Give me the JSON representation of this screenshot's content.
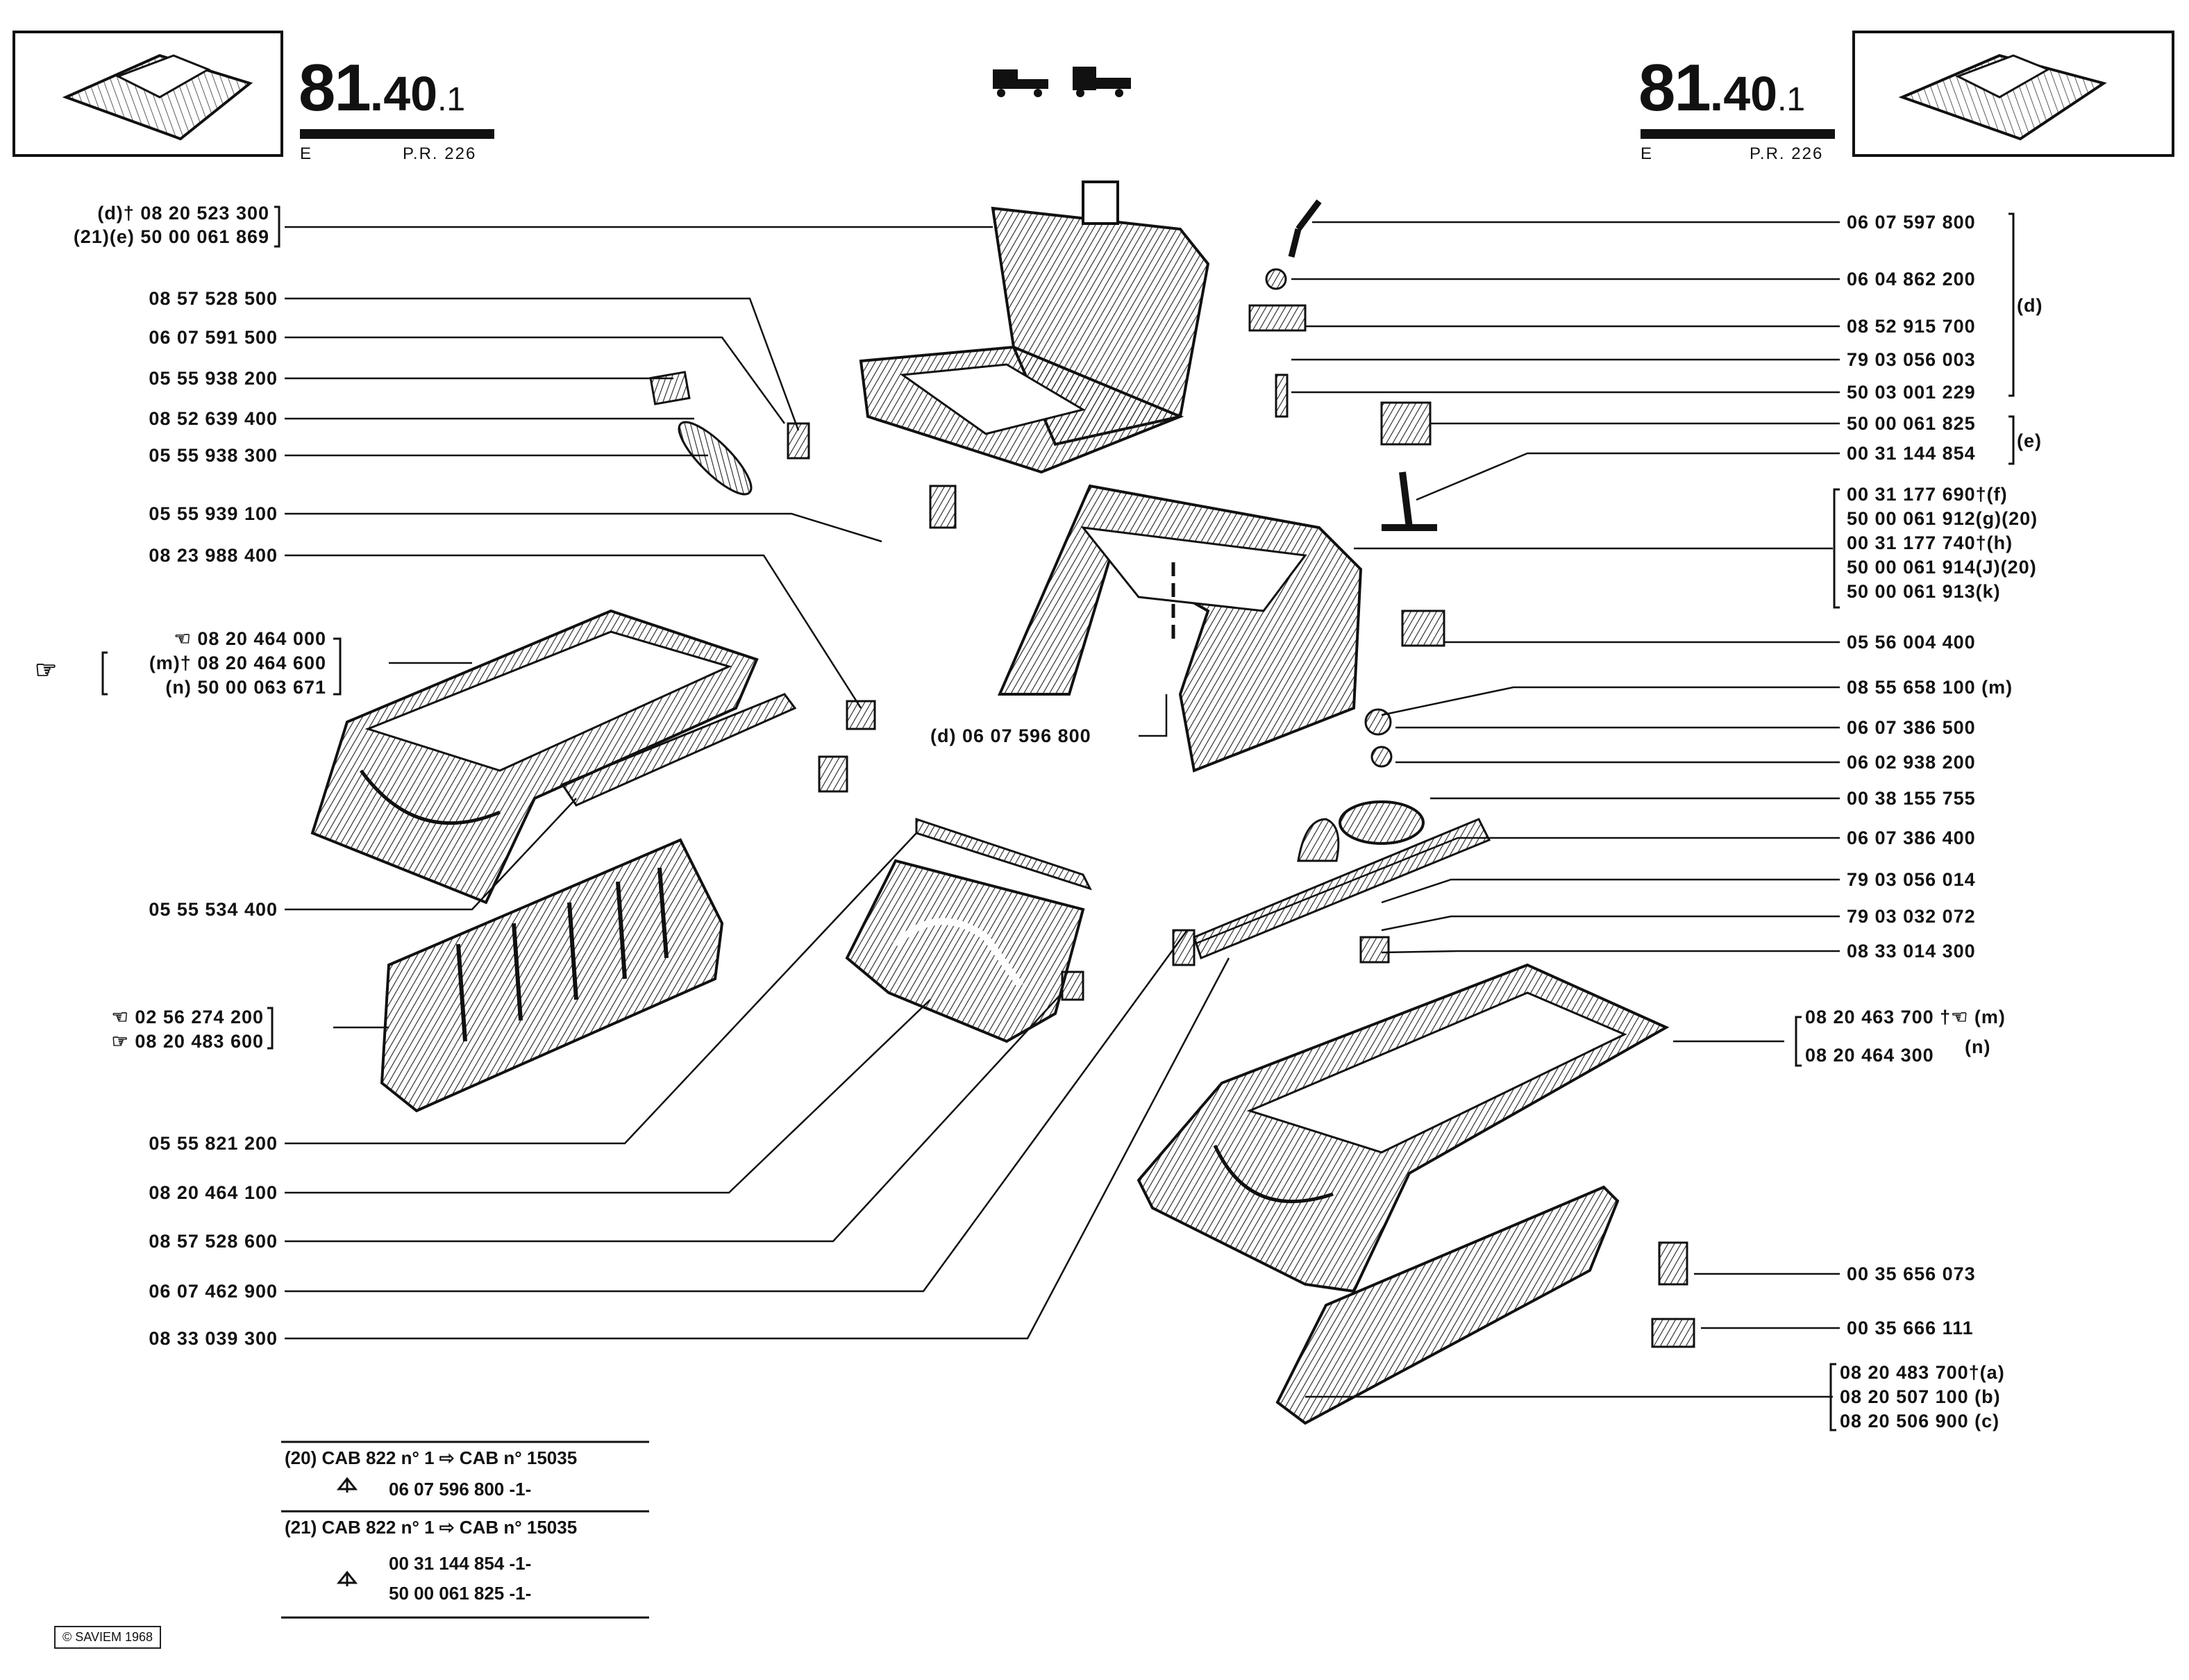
{
  "header": {
    "plate_left": {
      "p1": "81",
      "p2": ".40",
      "p3": ".1"
    },
    "plate_right": {
      "p1": "81",
      "p2": ".40",
      "p3": ".1"
    },
    "e_left": "E",
    "pr_left": "P.R. 226",
    "e_right": "E",
    "pr_right": "P.R. 226"
  },
  "left_labels": [
    "(d)† 08 20 523 300",
    "(21)(e) 50 00 061 869",
    "08 57 528 500",
    "06 07 591 500",
    "05 55 938 200",
    "08 52 639 400",
    "05 55 938 300",
    "05 55 939 100",
    "08 23 988 400",
    "☜ 08 20 464 000",
    "(m)† 08 20 464 600",
    "(n)      50 00 063 671",
    "05 55 534 400",
    "☜ 02 56 274 200",
    "☞ 08 20 483 600",
    "05 55 821 200",
    "08 20 464 100",
    "08 57 528 600",
    "06 07 462 900",
    "08 33 039 300"
  ],
  "center_label": "(d) 06 07 596 800",
  "right_labels": [
    "06 07 597 800",
    "06 04 862 200",
    "08 52 915 700",
    "79 03 056 003",
    "50 03 001 229",
    "50 00 061 825",
    "00 31 144 854",
    "00 31 177 690†(f)",
    "50 00 061 912(g)(20)",
    "00 31 177 740†(h)",
    "50 00 061 914(J)(20)",
    "50 00 061 913(k)",
    "05 56 004 400",
    "08 55 658 100  (m)",
    "06 07 386 500",
    "06 02 938 200",
    "00 38 155 755",
    "06 07 386 400",
    "79 03 056 014",
    "79 03 032 072",
    "08 33 014 300",
    "08 20 463 700 †☜ (m)",
    "08 20 464 300",
    "00 35 656 073",
    "00 35 666 111",
    "08 20 483 700†(a)",
    "08 20 507 100 (b)",
    "08 20 506 900 (c)"
  ],
  "group_marks": {
    "d": "(d)",
    "e": "(e)",
    "n": "(n)"
  },
  "notes": {
    "n20_a": "(20) CAB 822 n°     1 ⇨ CAB n° 15035",
    "n20_b": "06 07 596 800 -1-",
    "n21_a": "(21) CAB 822 n°     1 ⇨ CAB n° 15035",
    "n21_b": "00 31 144 854 -1-",
    "n21_c": "50 00 061 825 -1-"
  },
  "copyright": "© SAVIEM 1968"
}
